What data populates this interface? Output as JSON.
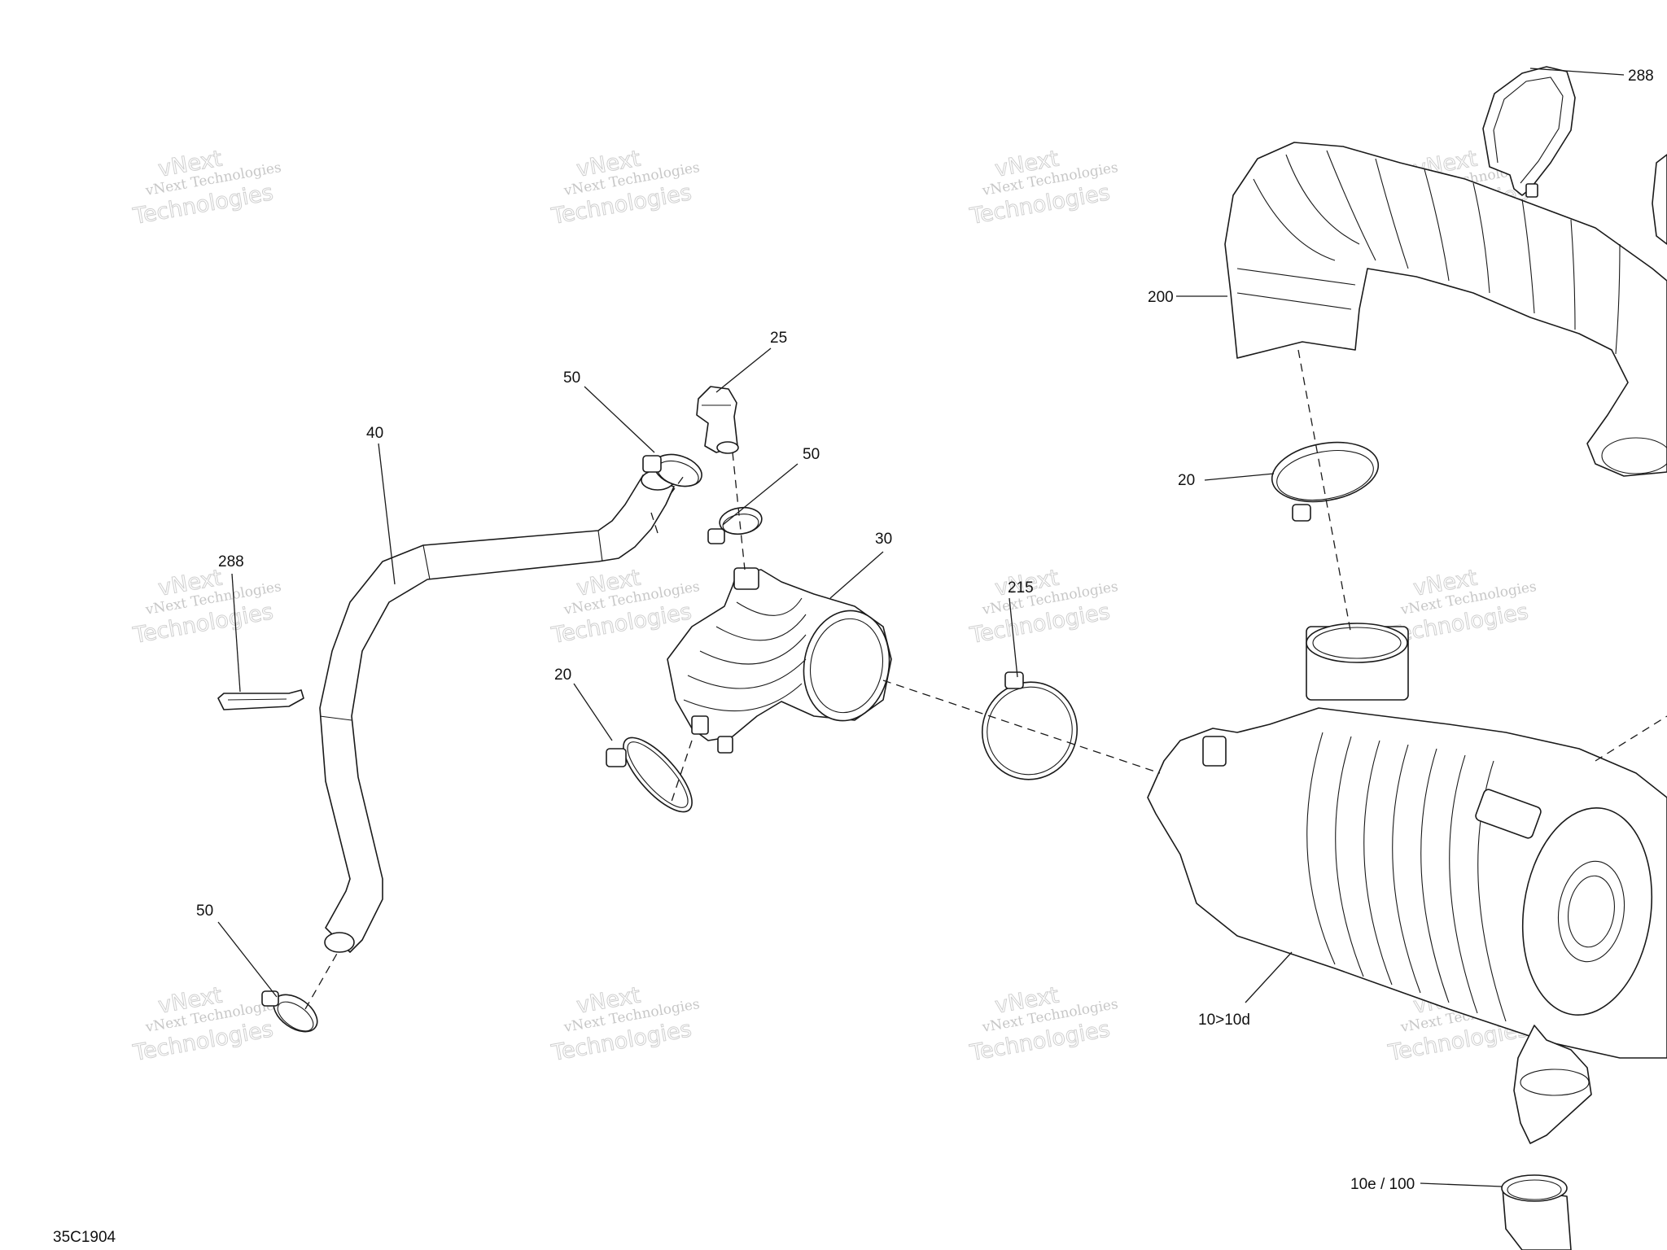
{
  "diagram_code": "35C1904",
  "watermark": {
    "line1": "vNext Technologies",
    "line2": "Technologies",
    "line3": "vNext"
  },
  "callouts": [
    {
      "id": "c-288-top",
      "text": "288"
    },
    {
      "id": "c-200",
      "text": "200"
    },
    {
      "id": "c-25",
      "text": "25"
    },
    {
      "id": "c-50-a",
      "text": "50"
    },
    {
      "id": "c-50-b",
      "text": "50"
    },
    {
      "id": "c-40",
      "text": "40"
    },
    {
      "id": "c-30",
      "text": "30"
    },
    {
      "id": "c-288-left",
      "text": "288"
    },
    {
      "id": "c-20-left",
      "text": "20"
    },
    {
      "id": "c-215",
      "text": "215"
    },
    {
      "id": "c-20-right",
      "text": "20"
    },
    {
      "id": "c-50-c",
      "text": "50"
    },
    {
      "id": "c-10",
      "text": "10>10d"
    },
    {
      "id": "c-10e",
      "text": "10e / 100"
    }
  ]
}
